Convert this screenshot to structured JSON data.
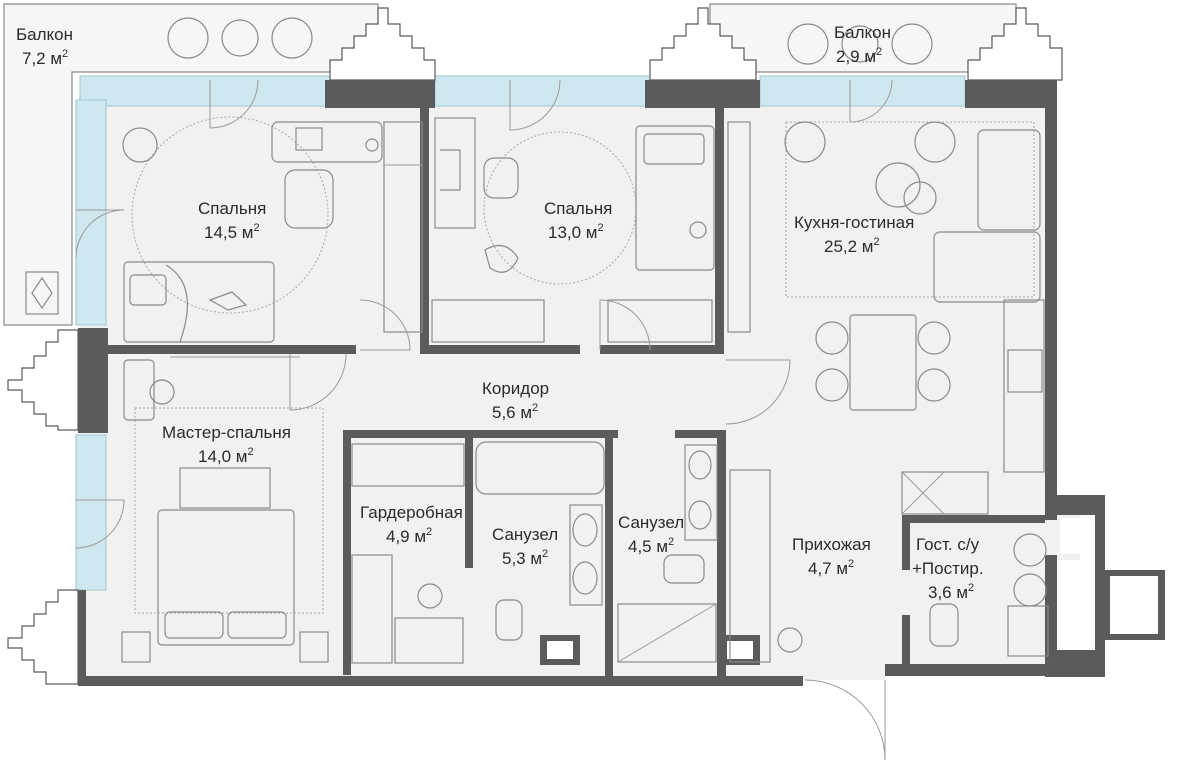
{
  "colors": {
    "wall": "#5a5b5d",
    "floor": "#f1f1f1",
    "balcony": "#f6f6f6",
    "glass": "#cfe8ef",
    "label": "#2b2b2b"
  },
  "rooms": [
    {
      "id": "balcony-left",
      "name": "Балкон",
      "area": "7,2 м",
      "unit_sup": "2"
    },
    {
      "id": "balcony-right",
      "name": "Балкон",
      "area": "2,9 м",
      "unit_sup": "2"
    },
    {
      "id": "bedroom-1",
      "name": "Спальня",
      "area": "14,5 м",
      "unit_sup": "2"
    },
    {
      "id": "bedroom-2",
      "name": "Спальня",
      "area": "13,0 м",
      "unit_sup": "2"
    },
    {
      "id": "kitchen-living",
      "name": "Кухня-гостиная",
      "area": "25,2 м",
      "unit_sup": "2"
    },
    {
      "id": "corridor",
      "name": "Коридор",
      "area": "5,6 м",
      "unit_sup": "2"
    },
    {
      "id": "master-bedroom",
      "name": "Мастер-спальня",
      "area": "14,0 м",
      "unit_sup": "2"
    },
    {
      "id": "wardrobe",
      "name": "Гардеробная",
      "area": "4,9 м",
      "unit_sup": "2"
    },
    {
      "id": "bathroom-1",
      "name": "Санузел",
      "area": "5,3 м",
      "unit_sup": "2"
    },
    {
      "id": "bathroom-2",
      "name": "Санузел",
      "area": "4,5 м",
      "unit_sup": "2"
    },
    {
      "id": "hallway",
      "name": "Прихожая",
      "area": "4,7 м",
      "unit_sup": "2"
    },
    {
      "id": "guest-wc",
      "name": "Гост. с/у",
      "name2": "+Постир.",
      "area": "3,6 м",
      "unit_sup": "2"
    }
  ]
}
